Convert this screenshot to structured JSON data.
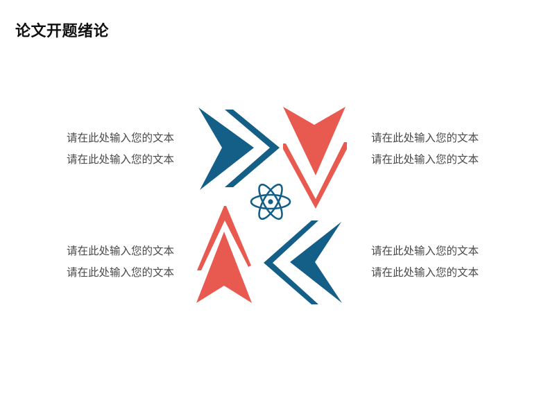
{
  "page": {
    "title": "论文开题绪论"
  },
  "colors": {
    "blue": "#145f87",
    "red": "#e85a50",
    "text": "#4a4a4a",
    "title": "#111111"
  },
  "blocks": [
    {
      "position": "top-left",
      "lines": [
        "请在此处输入您的文本",
        "请在此处输入您的文本"
      ]
    },
    {
      "position": "top-right",
      "lines": [
        "请在此处输入您的文本",
        "请在此处输入您的文本"
      ]
    },
    {
      "position": "bottom-left",
      "lines": [
        "请在此处输入您的文本",
        "请在此处输入您的文本"
      ]
    },
    {
      "position": "bottom-right",
      "lines": [
        "请在此处输入您的文本",
        "请在此处输入您的文本"
      ]
    }
  ],
  "center_icon": "atom-icon",
  "arrows": [
    {
      "name": "blue-arrow-right",
      "color": "blue",
      "direction": "right"
    },
    {
      "name": "red-arrow-down",
      "color": "red",
      "direction": "down"
    },
    {
      "name": "red-arrow-up",
      "color": "red",
      "direction": "up"
    },
    {
      "name": "blue-arrow-left",
      "color": "blue",
      "direction": "left"
    }
  ]
}
